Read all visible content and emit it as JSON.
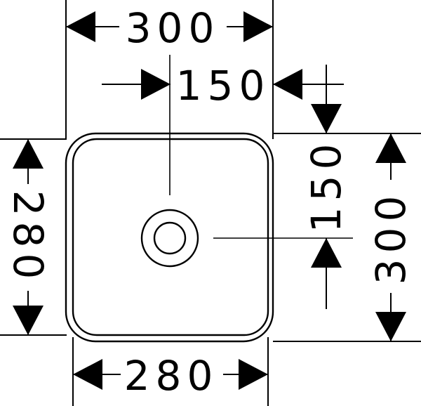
{
  "dimensions": {
    "top_width": "300",
    "inner_width_offset": "150",
    "bottom_width": "280",
    "left_height": "280",
    "right_height": "300",
    "vertical_offset": "150"
  }
}
